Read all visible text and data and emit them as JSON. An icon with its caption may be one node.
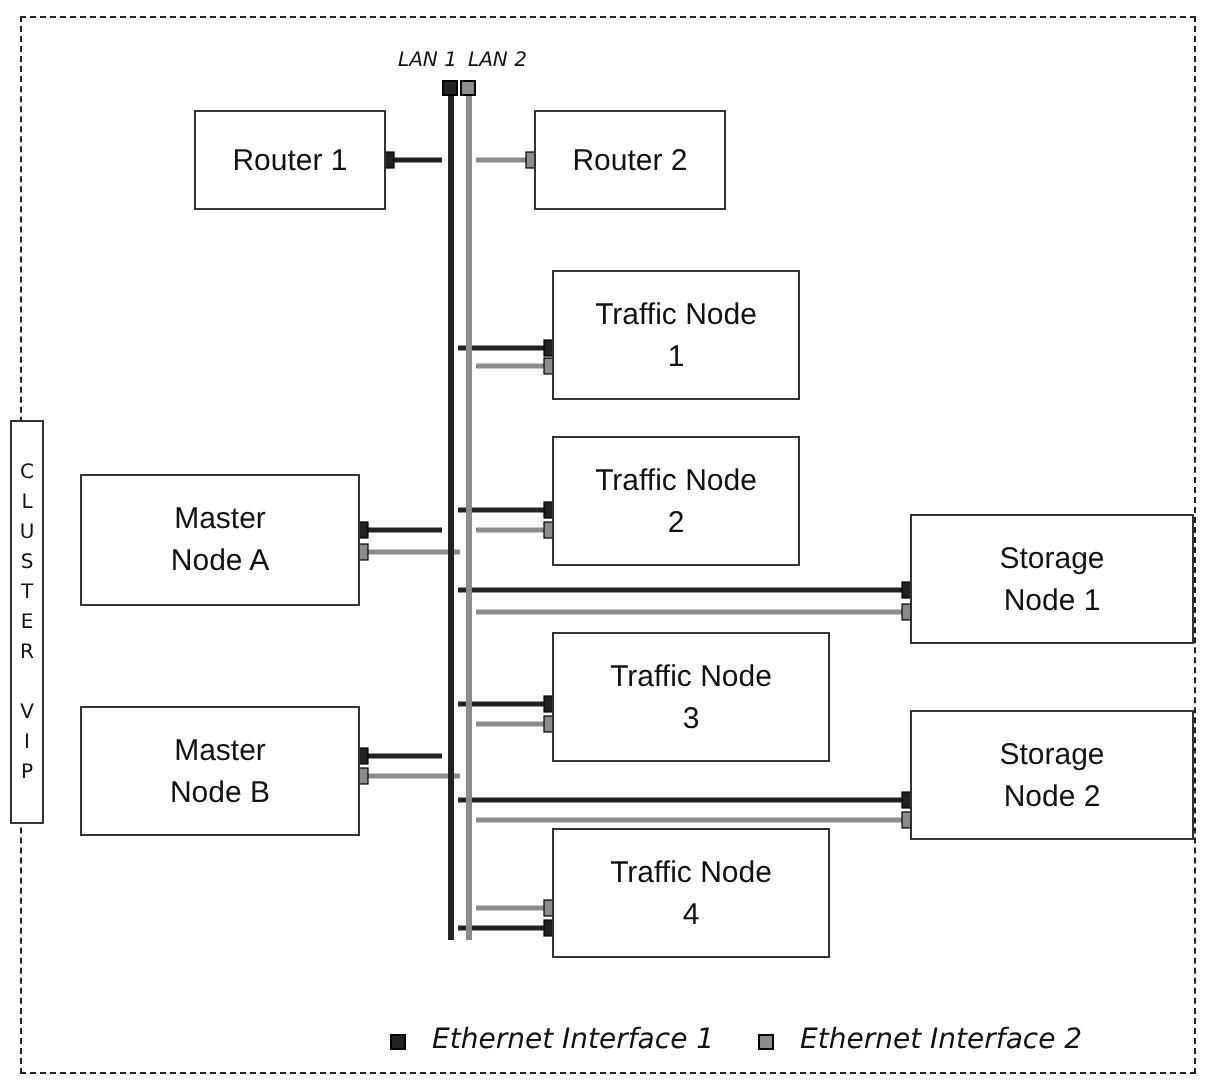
{
  "diagram": {
    "nodes": [
      {
        "text": [],
        "shape": "bar",
        "beside": [
          "LAN 1"
        ]
      },
      {
        "text": [],
        "shape": "bar",
        "beside": [
          "LAN 2"
        ]
      },
      {
        "text": [
          "Router 1"
        ]
      },
      {
        "text": [
          "Router 2"
        ]
      },
      {
        "text": [
          "Traffic Node 1"
        ]
      },
      {
        "text": [
          "Traffic Node 2"
        ]
      },
      {
        "text": [
          "Master Node A"
        ]
      },
      {
        "text": [
          "Storage Node 1"
        ]
      },
      {
        "text": [
          "Traffic Node 3"
        ]
      },
      {
        "text": [
          "Master Node B"
        ]
      },
      {
        "text": [
          "Storage Node 2"
        ]
      },
      {
        "text": [
          "Traffic Node 4"
        ]
      },
      {
        "text": [
          "CLUSTER VIP"
        ]
      }
    ],
    "edges": [
      {
        "from": 2,
        "to": 0,
        "arrow": "other"
      },
      {
        "from": 3,
        "to": 1,
        "arrow": "other",
        "color": "#8c8c8c"
      },
      {
        "from": 4,
        "to": 0,
        "arrow": "other"
      },
      {
        "from": 4,
        "to": 1,
        "arrow": "other",
        "color": "#8c8c8c"
      },
      {
        "from": 5,
        "to": 0,
        "arrow": "other"
      },
      {
        "from": 5,
        "to": 1,
        "arrow": "other",
        "color": "#8c8c8c"
      },
      {
        "from": 6,
        "to": 0,
        "arrow": "other"
      },
      {
        "from": 6,
        "to": 1,
        "arrow": "other",
        "color": "#8c8c8c"
      },
      {
        "from": 7,
        "to": 0,
        "arrow": "other"
      },
      {
        "from": 7,
        "to": 1,
        "arrow": "other",
        "color": "#8c8c8c"
      },
      {
        "from": 8,
        "to": 0,
        "arrow": "other"
      },
      {
        "from": 8,
        "to": 1,
        "arrow": "other",
        "color": "#8c8c8c"
      },
      {
        "from": 9,
        "to": 0,
        "arrow": "other"
      },
      {
        "from": 9,
        "to": 1,
        "arrow": "other",
        "color": "#8c8c8c"
      },
      {
        "from": 10,
        "to": 0,
        "arrow": "other"
      },
      {
        "from": 10,
        "to": 1,
        "arrow": "other",
        "color": "#8c8c8c"
      },
      {
        "from": 11,
        "to": 1,
        "arrow": "other",
        "color": "#8c8c8c"
      },
      {
        "from": 11,
        "to": 0,
        "arrow": "other"
      }
    ],
    "legend": [
      {
        "text": "Ethernet Interface 1",
        "color": "#222222"
      },
      {
        "text": "Ethernet Interface 2",
        "color": "#8c8c8c"
      }
    ]
  }
}
